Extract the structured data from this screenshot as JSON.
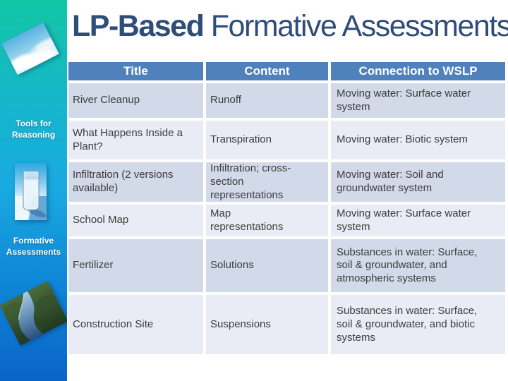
{
  "slide": {
    "title": {
      "emphasis": "LP-Based",
      "rest": " Formative Assessments"
    },
    "sidebar": {
      "labels": [
        {
          "text": "Tools for Reasoning"
        },
        {
          "text": "Formative Assessments"
        }
      ],
      "images": [
        "clouds-photo",
        "water-glass-photo",
        "river-aerial-photo"
      ]
    },
    "table": {
      "headers": [
        "Title",
        "Content",
        "Connection to WSLP"
      ],
      "rows": [
        {
          "title": "River Cleanup",
          "content": "Runoff",
          "connection": "Moving water: Surface water system"
        },
        {
          "title": "What Happens Inside a Plant?",
          "content": "Transpiration",
          "connection": "Moving water: Biotic system"
        },
        {
          "title": "Infiltration (2 versions available)",
          "content": "Infiltration; cross-section representations",
          "connection": "Moving water: Soil and groundwater system"
        },
        {
          "title": "School Map",
          "content": "Map representations",
          "connection": "Moving water: Surface water system"
        },
        {
          "title": "Fertilizer",
          "content": "Solutions",
          "connection": "Substances in water: Surface, soil & groundwater, and atmospheric systems"
        },
        {
          "title": "Construction Site",
          "content": "Suspensions",
          "connection": "Substances in water: Surface, soil & groundwater, and biotic systems"
        }
      ]
    },
    "colors": {
      "header_bg": "#4f81bd",
      "row_odd": "#d2d9e8",
      "row_even": "#e9ecf4",
      "title_text": "#2e4d78",
      "sidebar_top": "#12c6a5",
      "sidebar_mid": "#19a9e0",
      "sidebar_bottom": "#0a64c8"
    }
  }
}
